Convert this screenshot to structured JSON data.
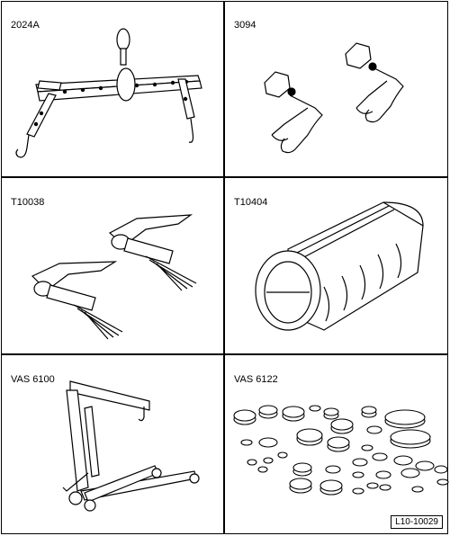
{
  "tools": [
    {
      "label": "2024A",
      "icon": "lifting-tackle-icon"
    },
    {
      "label": "3094",
      "icon": "hose-clamp-icon"
    },
    {
      "label": "T10038",
      "icon": "ratchet-strap-icon"
    },
    {
      "label": "T10404",
      "icon": "cylinder-sleeve-icon"
    },
    {
      "label": "VAS 6100",
      "icon": "workshop-crane-icon"
    },
    {
      "label": "VAS 6122",
      "icon": "adapter-set-icon"
    }
  ],
  "reference": "L10-10029"
}
